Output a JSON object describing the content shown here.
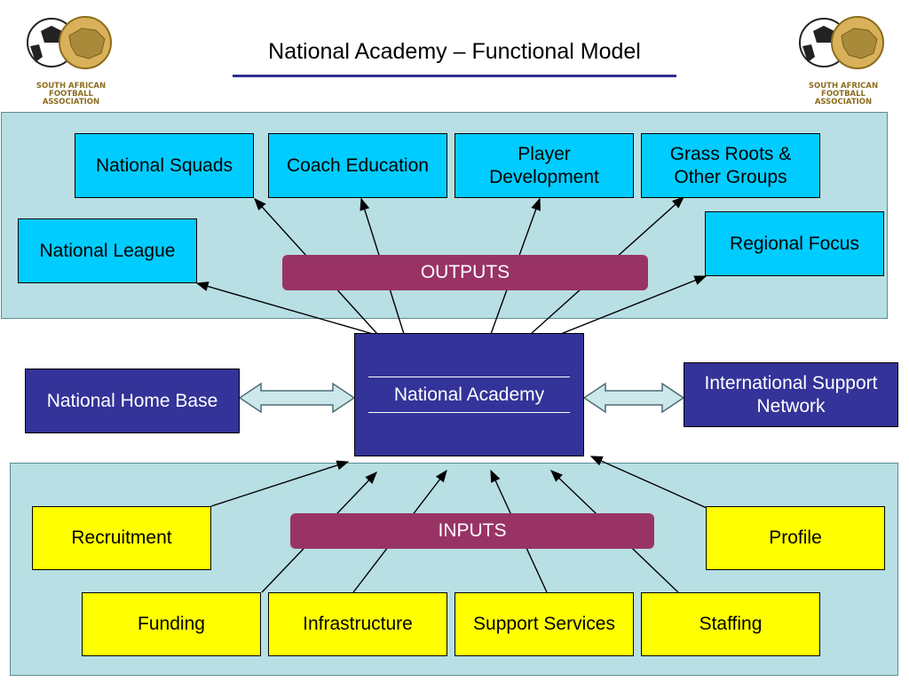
{
  "title": "National Academy – Functional Model",
  "logo": {
    "lines": [
      "SOUTH AFRICAN",
      "FOOTBALL",
      "ASSOCIATION"
    ]
  },
  "outputs_label": "OUTPUTS",
  "inputs_label": "INPUTS",
  "outputs": {
    "national_squads": "National Squads",
    "coach_education": "Coach Education",
    "player_development": "Player Development",
    "grass_roots": "Grass Roots & Other Groups",
    "national_league": "National League",
    "regional_focus": "Regional Focus"
  },
  "center": {
    "national_academy": "National Academy",
    "national_home_base": "National Home Base",
    "international_support": "International Support Network"
  },
  "inputs": {
    "recruitment": "Recruitment",
    "profile": "Profile",
    "funding": "Funding",
    "infrastructure": "Infrastructure",
    "support_services": "Support Services",
    "staffing": "Staffing"
  },
  "colors": {
    "panel": "#b8dfe3",
    "output_box": "#00ccff",
    "center_box": "#333399",
    "input_box": "#ffff00",
    "label_pill": "#993366",
    "arrow_fill": "#cce8ea"
  }
}
